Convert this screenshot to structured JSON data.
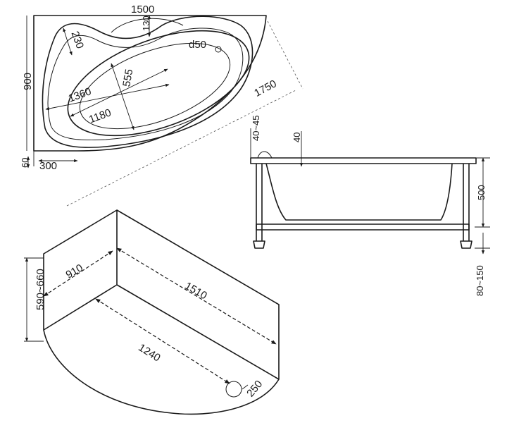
{
  "top_view": {
    "width": "1500",
    "top_recess": "130",
    "drain": "d50",
    "rim_width": "230",
    "depth": "900",
    "inner_length_outer": "1360",
    "inner_width": "555",
    "inner_length_inner": "1180",
    "diagonal": "1750",
    "offset_y": "60",
    "offset_x": "300"
  },
  "side_view": {
    "top_dim": "40~45",
    "rim_dim": "40",
    "height": "500",
    "legs": "80~150"
  },
  "panel_view": {
    "short_side": "910",
    "long_side": "1510",
    "curve_length": "1240",
    "height": "590~660",
    "radius": "250"
  },
  "colors": {
    "line": "#1a1a1a",
    "background": "#ffffff"
  }
}
